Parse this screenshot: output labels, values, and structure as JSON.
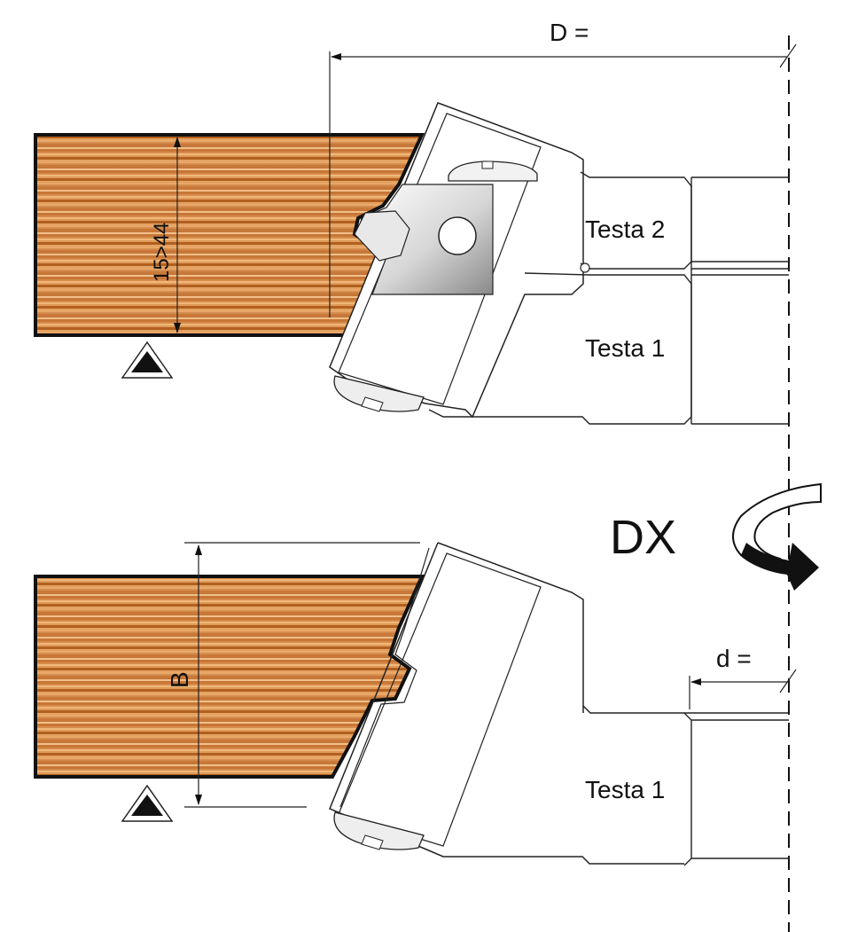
{
  "colors": {
    "wood_light": "#e8a868",
    "wood_mid": "#cf8040",
    "wood_dark": "#a8581e",
    "outline": "#111111",
    "steel_light": "#f4f4f4",
    "steel_dark": "#8a8a8a"
  },
  "top_view": {
    "dimension_D": "D =",
    "thickness_range": "15>44",
    "head_upper": "Testa 2",
    "head_lower": "Testa 1"
  },
  "bottom_view": {
    "dimension_B": "B",
    "dimension_d": "d =",
    "head": "Testa 1"
  },
  "rotation_label": "DX",
  "icons": [
    "reference-triangle-icon",
    "rotation-arrow-icon"
  ]
}
